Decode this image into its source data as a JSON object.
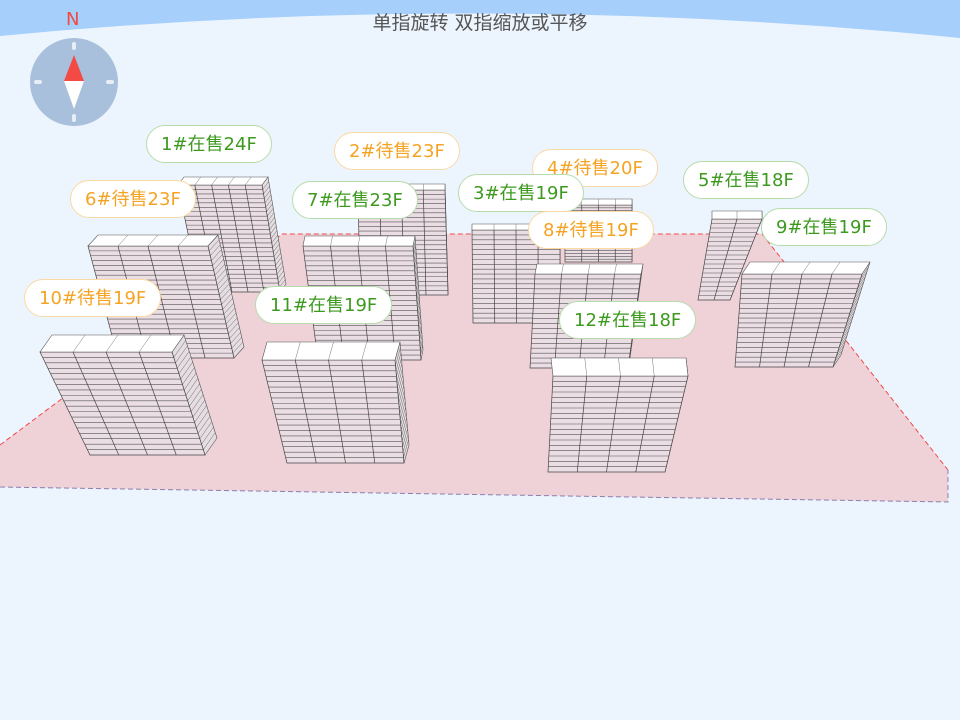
{
  "hint": "单指旋转 双指缩放或平移",
  "compass": {
    "north_label": "N",
    "icon": "compass-icon"
  },
  "colors": {
    "on_sale": "#3d9a1f",
    "pending": "#f5a323",
    "ground": "#f0d0d8",
    "sky": "#a6cffc"
  },
  "buildings": [
    {
      "id": "1",
      "label": "1#在售24F",
      "status": "on_sale",
      "floors": 24
    },
    {
      "id": "2",
      "label": "2#待售23F",
      "status": "pending",
      "floors": 23
    },
    {
      "id": "3",
      "label": "3#在售19F",
      "status": "on_sale",
      "floors": 19
    },
    {
      "id": "4",
      "label": "4#待售20F",
      "status": "pending",
      "floors": 20
    },
    {
      "id": "5",
      "label": "5#在售18F",
      "status": "on_sale",
      "floors": 18
    },
    {
      "id": "6",
      "label": "6#待售23F",
      "status": "pending",
      "floors": 23
    },
    {
      "id": "7",
      "label": "7#在售23F",
      "status": "on_sale",
      "floors": 23
    },
    {
      "id": "8",
      "label": "8#待售19F",
      "status": "pending",
      "floors": 19
    },
    {
      "id": "9",
      "label": "9#在售19F",
      "status": "on_sale",
      "floors": 19
    },
    {
      "id": "10",
      "label": "10#待售19F",
      "status": "pending",
      "floors": 19
    },
    {
      "id": "11",
      "label": "11#在售19F",
      "status": "on_sale",
      "floors": 19
    },
    {
      "id": "12",
      "label": "12#在售18F",
      "status": "on_sale",
      "floors": 18
    }
  ]
}
